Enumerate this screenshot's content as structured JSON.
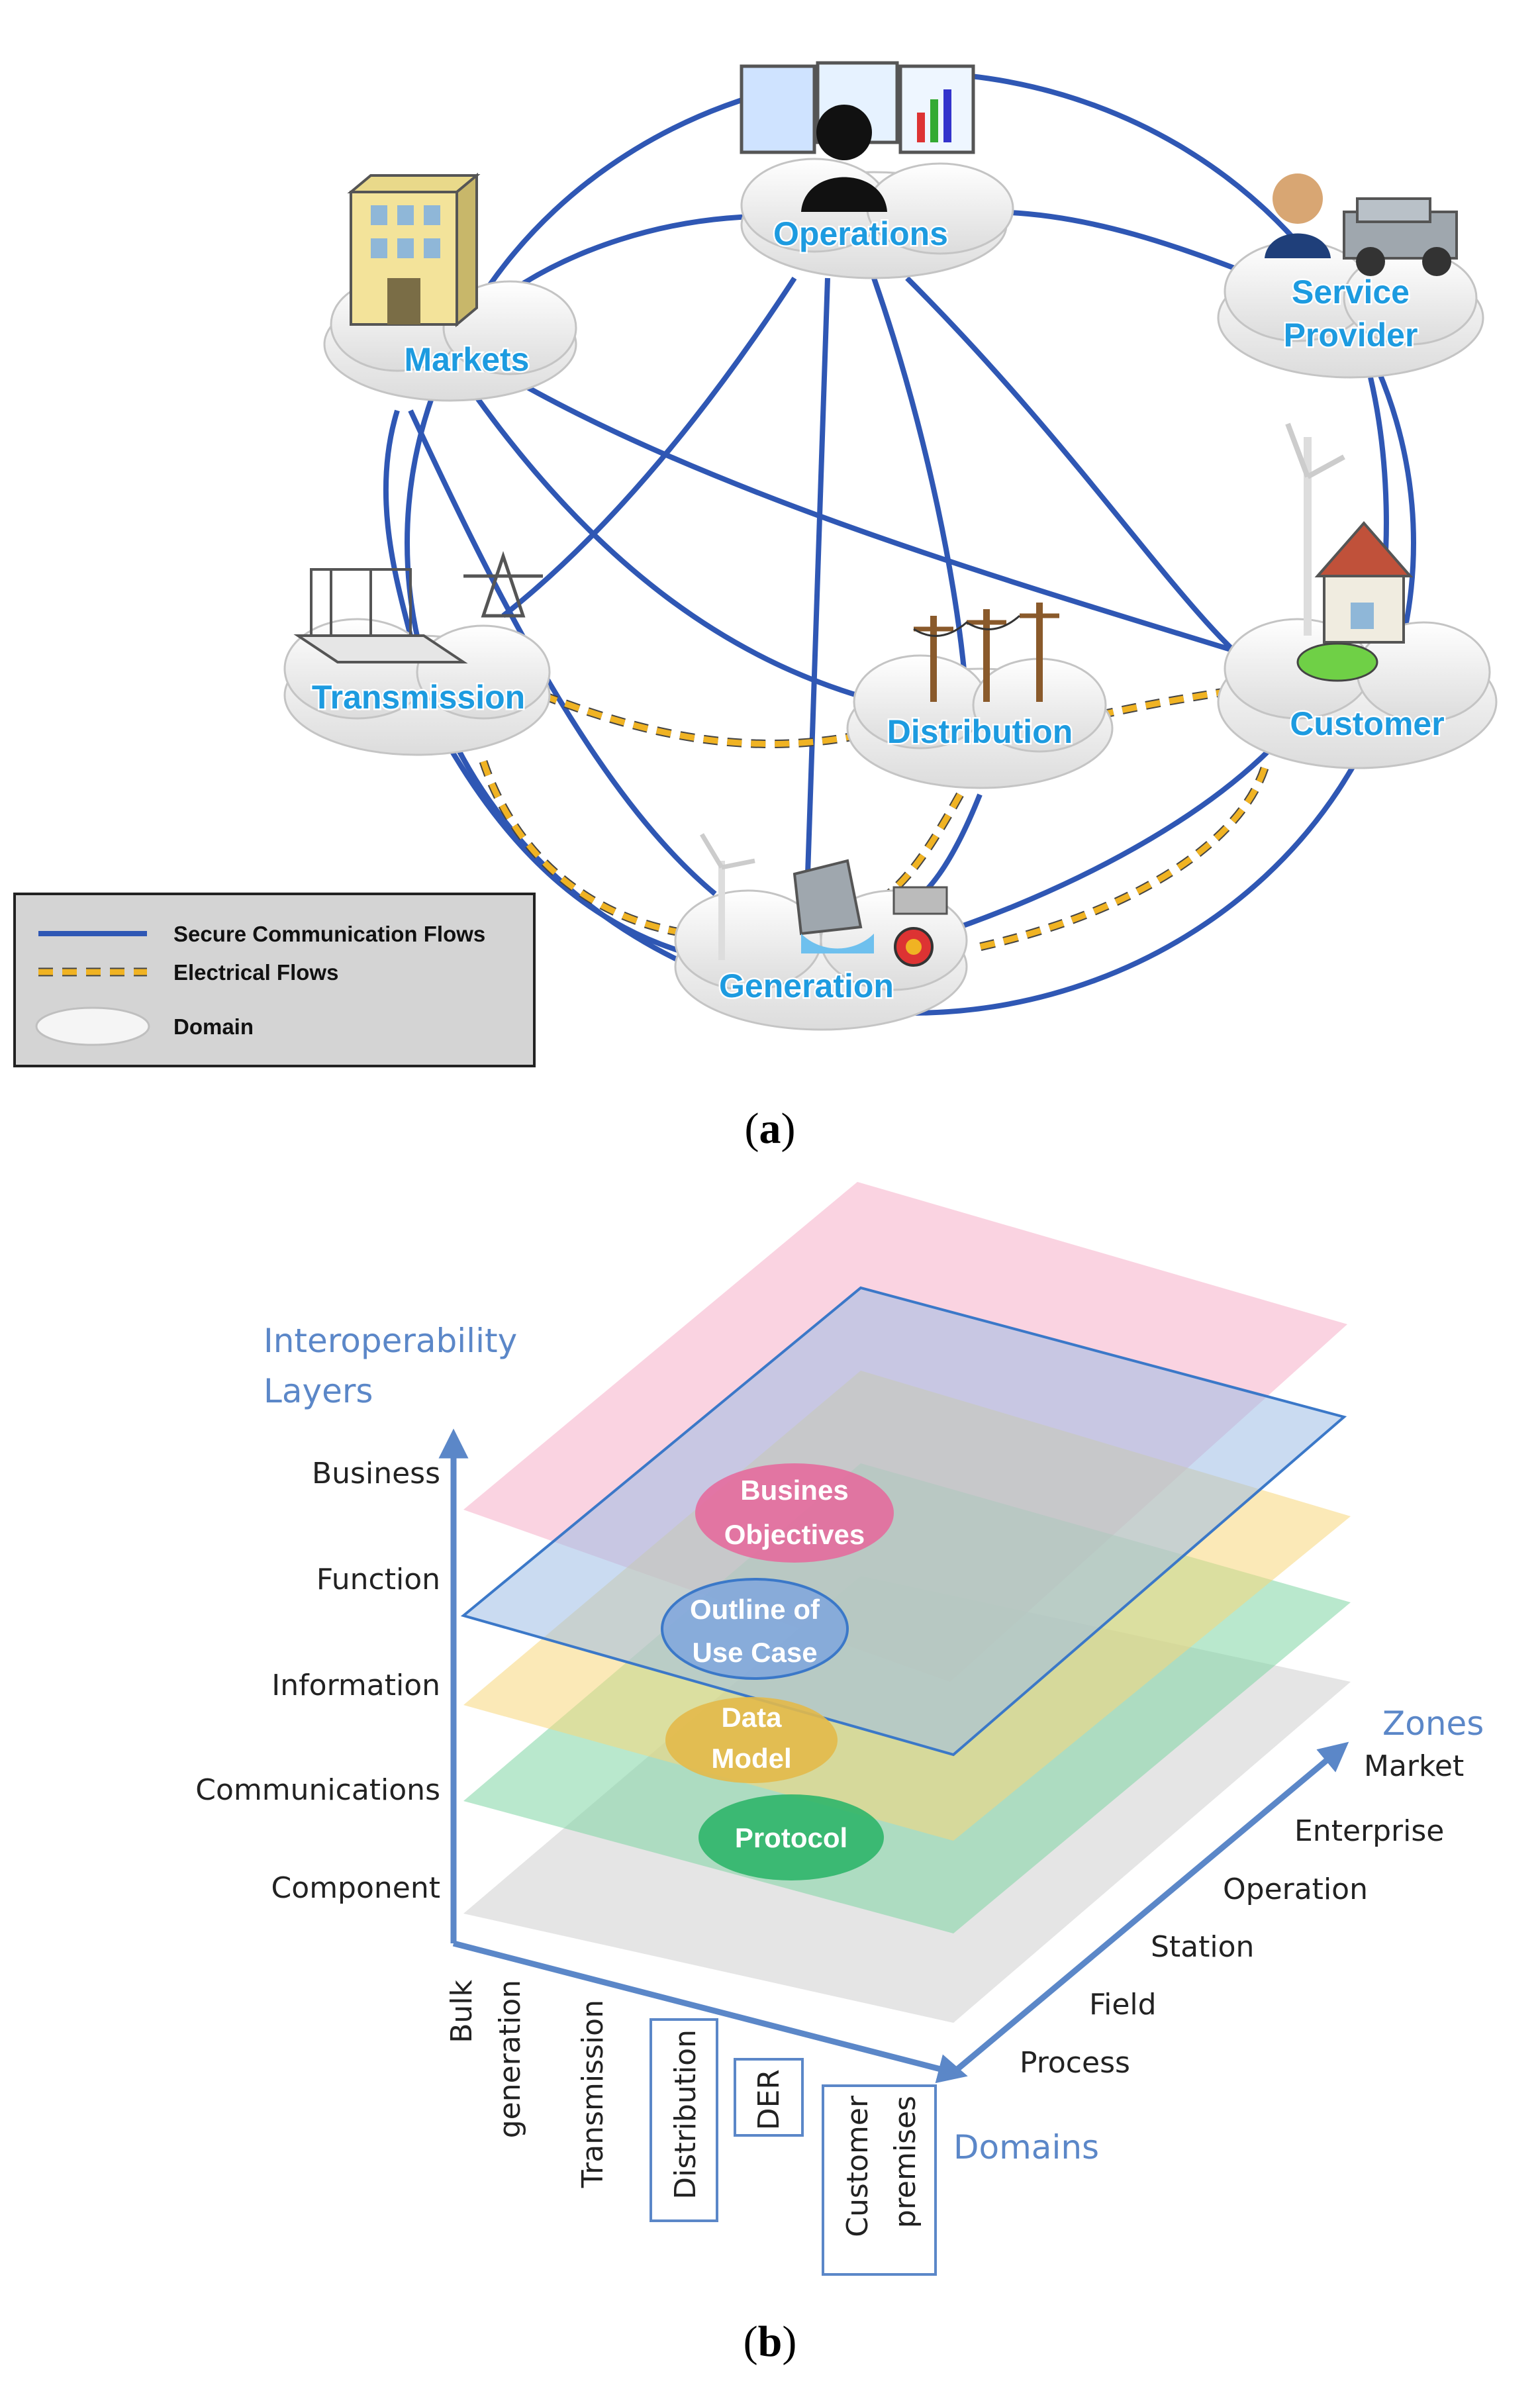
{
  "panel_a": {
    "domains": {
      "operations": "Operations",
      "markets": "Markets",
      "service_provider_line1": "Service",
      "service_provider_line2": "Provider",
      "transmission": "Transmission",
      "distribution": "Distribution",
      "customer": "Customer",
      "generation": "Generation"
    },
    "legend": {
      "secure_comm": "Secure Communication Flows",
      "electrical": "Electrical Flows",
      "domain": "Domain"
    },
    "caption_open": "(",
    "caption_letter": "a",
    "caption_close": ")",
    "colors": {
      "comm": "#2f57b4",
      "electrical": "#f0b323",
      "label": "#1d9be0"
    }
  },
  "panel_b": {
    "axis_layers_title_line1": "Interoperability",
    "axis_layers_title_line2": "Layers",
    "layers": [
      "Business",
      "Function",
      "Information",
      "Communications",
      "Component"
    ],
    "zones_title": "Zones",
    "zones": [
      "Market",
      "Enterprise",
      "Operation",
      "Station",
      "Field",
      "Process"
    ],
    "domains_title": "Domains",
    "domain_items": {
      "bulk_line1": "Bulk",
      "bulk_line2": "generation",
      "transmission": "Transmission",
      "distribution": "Distribution",
      "der": "DER",
      "customer_line1": "Customer",
      "customer_line2": "premises"
    },
    "bubbles": {
      "business_line1": "Busines",
      "business_line2": "Objectives",
      "function_line1": "Outline of",
      "function_line2": "Use Case",
      "information_line1": "Data",
      "information_line2": "Model",
      "communication": "Protocol"
    },
    "caption_open": "(",
    "caption_letter": "b",
    "caption_close": ")",
    "colors": {
      "business": "#f4a6c4",
      "function": "#9fbde6",
      "information": "#f7d77c",
      "communication": "#7fd6a4",
      "component": "#d6d6d6",
      "axis": "#5b87c8"
    }
  }
}
